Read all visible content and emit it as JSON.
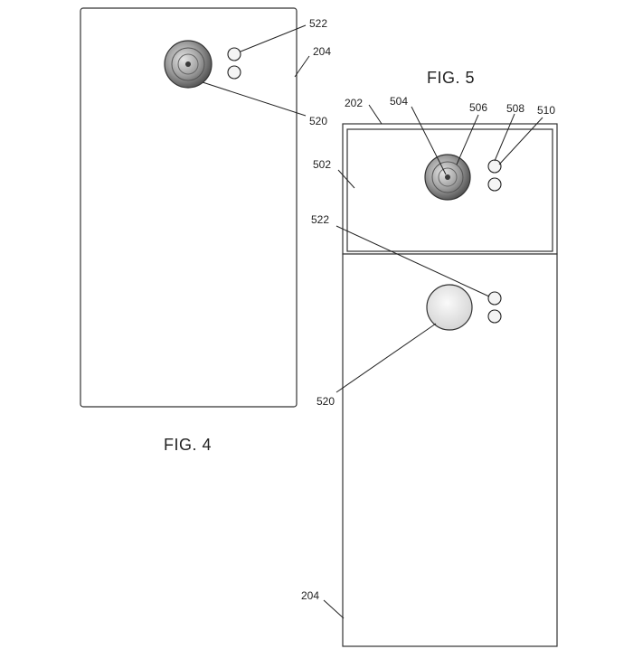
{
  "figures": {
    "fig4": {
      "caption": "FIG. 4",
      "refs": {
        "flash": "522",
        "housing": "204",
        "camera": "520"
      }
    },
    "fig5": {
      "caption": "FIG. 5",
      "refs": {
        "frame": "202",
        "lens": "504",
        "lens_ring": "506",
        "flash_upper": "508",
        "flash_upper_b": "510",
        "slider": "502",
        "flash_lower": "522",
        "camera_lower": "520",
        "housing": "204"
      }
    }
  },
  "colors": {
    "line": "#333333",
    "lens_light": "#d9d9d9",
    "lens_dark": "#5a5a5a"
  }
}
